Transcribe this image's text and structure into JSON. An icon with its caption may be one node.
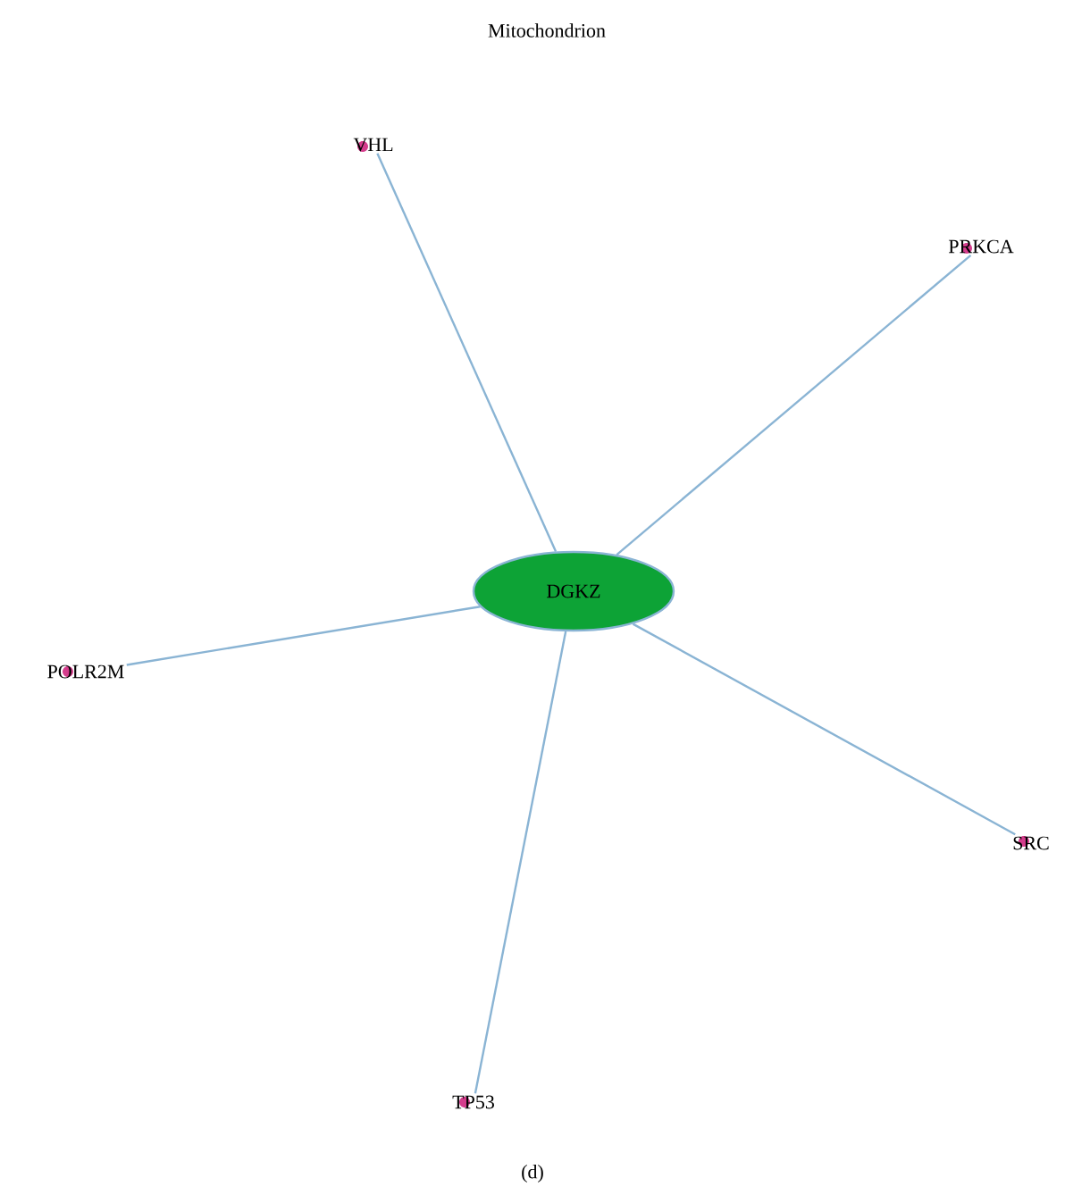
{
  "diagram": {
    "title": "Mitochondrion",
    "caption": "(d)",
    "nodes": [
      {
        "text": [
          "DGKZ"
        ]
      },
      {
        "text": [
          "VHL"
        ]
      },
      {
        "text": [
          "PRKCA"
        ]
      },
      {
        "text": [
          "POLR2M"
        ]
      },
      {
        "text": [
          "SRC"
        ]
      },
      {
        "text": [
          "TP53"
        ]
      }
    ],
    "edges": [
      {
        "from": 0,
        "to": 1,
        "arrow": "none"
      },
      {
        "from": 0,
        "to": 2,
        "arrow": "none"
      },
      {
        "from": 0,
        "to": 3,
        "arrow": "none"
      },
      {
        "from": 0,
        "to": 4,
        "arrow": "none"
      },
      {
        "from": 0,
        "to": 5,
        "arrow": "none"
      }
    ]
  }
}
